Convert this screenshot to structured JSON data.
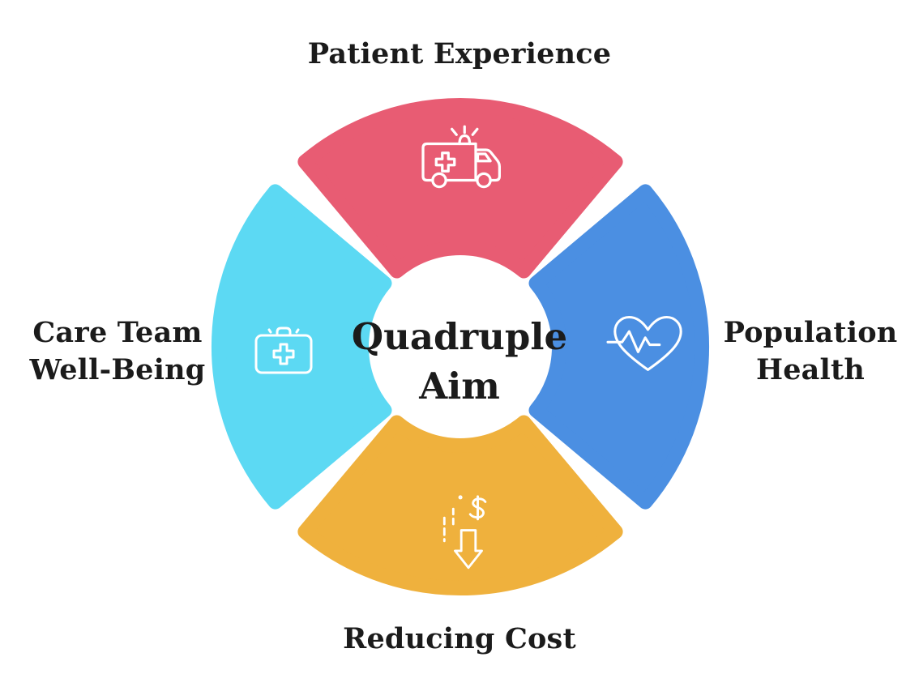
{
  "page": {
    "background": "#FFFFFF",
    "text_color": "#1B1B1B",
    "icon_stroke": "#FFFFFF"
  },
  "title": {
    "lines": [
      "Quadruple",
      "Aim"
    ]
  },
  "segments": {
    "top": {
      "label_lines": [
        "Patient Experience"
      ],
      "color": "#E85C73",
      "icon": "ambulance-icon"
    },
    "right": {
      "label_lines": [
        "Population",
        "Health"
      ],
      "color": "#4B8FE2",
      "icon": "heart-pulse-icon"
    },
    "bottom": {
      "label_lines": [
        "Reducing Cost"
      ],
      "color": "#EFB13D",
      "icon": "dollar-decrease-arrow-icon"
    },
    "left": {
      "label_lines": [
        "Care Team",
        "Well-Being"
      ],
      "color": "#5CD9F3",
      "icon": "first-aid-kit-icon"
    }
  }
}
